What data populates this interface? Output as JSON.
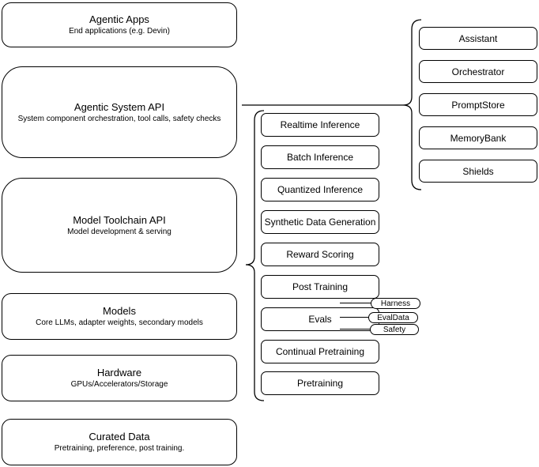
{
  "diagram": {
    "left_stack": [
      {
        "title": "Agentic Apps",
        "subtitle": "End applications (e.g. Devin)"
      },
      {
        "title": "Agentic System API",
        "subtitle": "System component orchestration, tool calls, safety checks"
      },
      {
        "title": "Model Toolchain API",
        "subtitle": "Model development & serving"
      },
      {
        "title": "Models",
        "subtitle": "Core LLMs, adapter weights, secondary models"
      },
      {
        "title": "Hardware",
        "subtitle": "GPUs/Accelerators/Storage"
      },
      {
        "title": "Curated Data",
        "subtitle": "Pretraining, preference, post training."
      }
    ],
    "toolchain_group": {
      "items": [
        "Realtime Inference",
        "Batch Inference",
        "Quantized Inference",
        "Synthetic Data Generation",
        "Reward Scoring",
        "Post Training",
        "Evals",
        "Continual Pretraining",
        "Pretraining"
      ]
    },
    "eval_tags": [
      "Harness",
      "EvalData",
      "Safety"
    ],
    "system_group": {
      "items": [
        "Assistant",
        "Orchestrator",
        "PromptStore",
        "MemoryBank",
        "Shields"
      ]
    },
    "colors": {
      "stroke": "#000000",
      "background": "#ffffff",
      "text": "#000000"
    }
  }
}
